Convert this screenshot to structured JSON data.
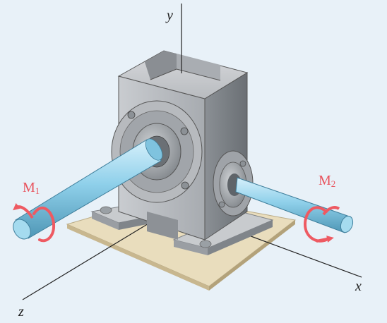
{
  "axes": {
    "y": "y",
    "x": "x",
    "z": "z"
  },
  "moments": [
    {
      "symbol": "M",
      "subscript": "1"
    },
    {
      "symbol": "M",
      "subscript": "2"
    }
  ],
  "colors": {
    "background": "#e8f1f8",
    "moment_arrow": "#ee5a62",
    "shaft": "#7ec3e0",
    "housing": "#9ea3a8",
    "base_plate": "#e6d9b8"
  }
}
